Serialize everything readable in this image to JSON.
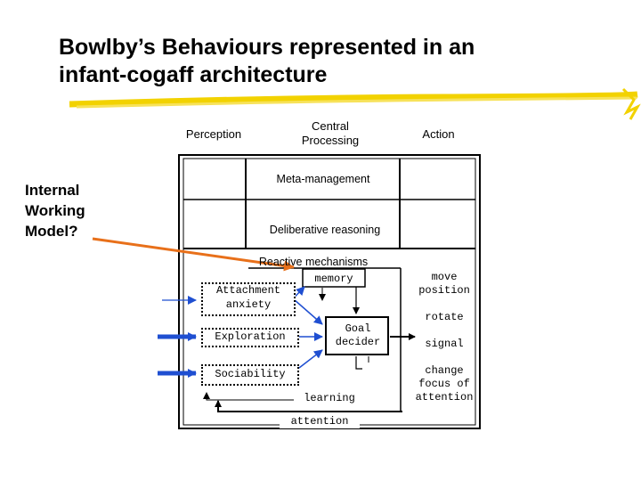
{
  "slide": {
    "title_line1": "Bowlby’s Behaviours represented in an",
    "title_line2": "infant-cogaff architecture",
    "side_label": [
      "Internal",
      "Working",
      "Model?"
    ]
  },
  "diagram": {
    "columns": {
      "perception": "Perception",
      "central_line1": "Central",
      "central_line2": "Processing",
      "action": "Action"
    },
    "layers": {
      "meta": "Meta-management",
      "deliberative": "Deliberative reasoning",
      "reactive": "Reactive mechanisms"
    },
    "reactive_items": {
      "memory": "memory",
      "attachment_line1": "Attachment",
      "attachment_line2": "anxiety",
      "exploration": "Exploration",
      "sociability": "Sociability",
      "goal_line1": "Goal",
      "goal_line2": "decider",
      "learning": "learning",
      "attention": "attention"
    },
    "actions": {
      "move_line1": "move",
      "move_line2": "position",
      "rotate": "rotate",
      "signal": "signal",
      "change_line1": "change",
      "change_line2": "focus of",
      "change_line3": "attention"
    },
    "colors": {
      "title_underline": "#f2d200",
      "orange_arrow": "#e8701a",
      "blue_arrow": "#1f4fd1"
    }
  }
}
